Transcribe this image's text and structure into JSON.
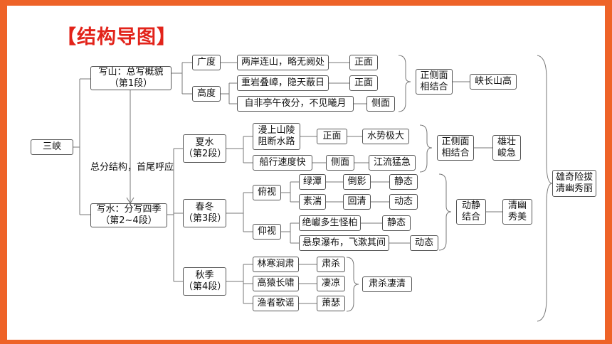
{
  "title": "【结构导图】",
  "root": "三峡",
  "mountain": {
    "label": "写山：总写概貌\n（第1段）",
    "breadth": "广度",
    "height": "高度",
    "items": [
      "两岸连山，略无阙处",
      "重岩叠嶂，隐天蔽日",
      "自非亭午夜分，不见曦月"
    ],
    "views": [
      "正面",
      "正面",
      "侧面"
    ],
    "method": "正侧面\n相结合",
    "result": "峡长山高"
  },
  "link_text": "总分结构，首尾呼应",
  "water": {
    "label": "写水：分写四季\n（第2~4段）",
    "summer": {
      "label": "夏水\n（第2段）",
      "items": [
        "漫上山陵\n阻断水路",
        "船行速度快"
      ],
      "views": [
        "正面",
        "侧面"
      ],
      "effects": [
        "水势极大",
        "江流猛急"
      ],
      "method": "正侧面\n相结合",
      "result": "雄壮\n峻急"
    },
    "spring": {
      "label": "春冬\n（第3段）",
      "look_down": "俯视",
      "look_up": "仰视",
      "down_items": [
        "绿潭",
        "素湍"
      ],
      "down_mid": [
        "倒影",
        "回清"
      ],
      "down_states": [
        "静态",
        "动态"
      ],
      "up_items": [
        "绝巘多生怪柏",
        "悬泉瀑布，飞漱其间"
      ],
      "up_states": [
        "静态",
        "动态"
      ],
      "method": "动静\n结合",
      "result": "清幽\n秀美"
    },
    "autumn": {
      "label": "秋季\n（第4段）",
      "items": [
        "林寒涧肃",
        "高猿长啸",
        "渔者歌谣"
      ],
      "feels": [
        "肃杀",
        "凄凉",
        "萧瑟"
      ],
      "result": "肃杀凄清"
    }
  },
  "final": "雄奇险拔\n清幽秀丽",
  "colors": {
    "frame": "#ee6328",
    "title": "#e2231a",
    "line": "#777777"
  }
}
